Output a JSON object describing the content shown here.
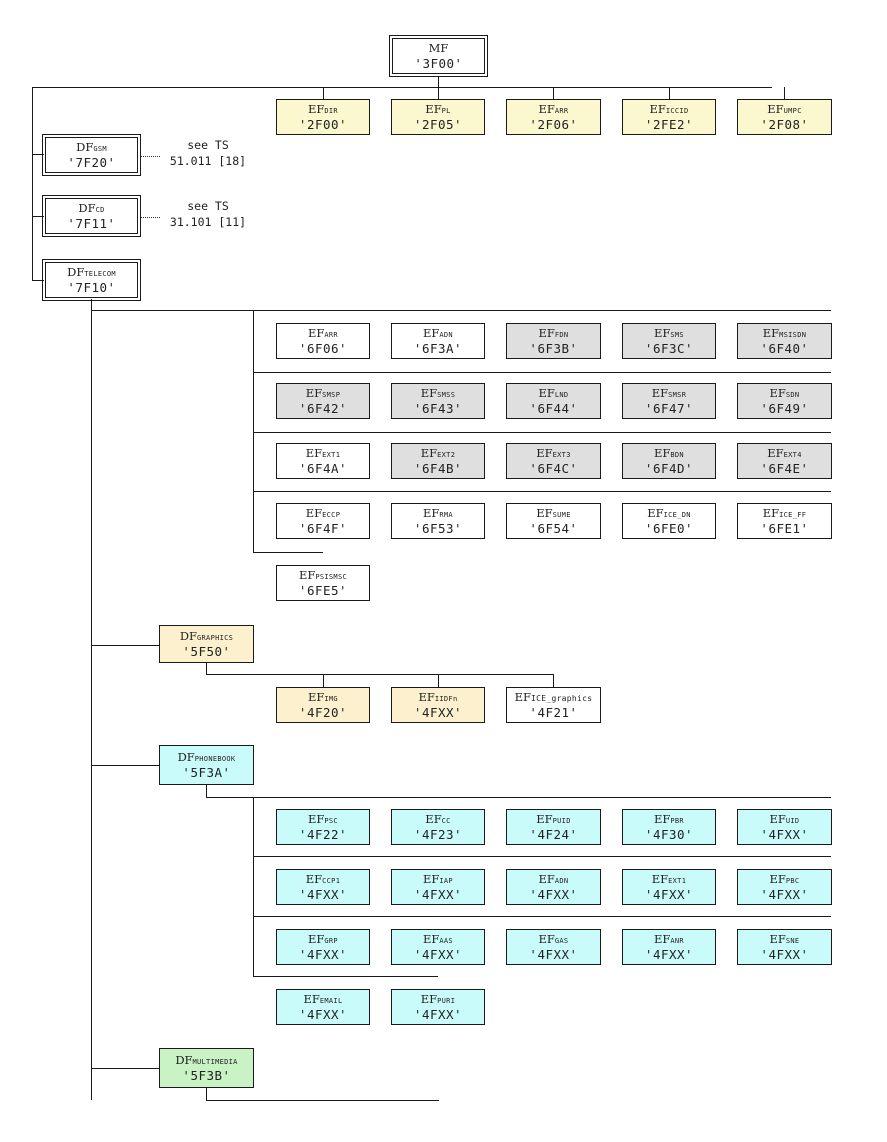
{
  "root": {
    "prefix": "MF",
    "sub": "",
    "id": "'3F00'"
  },
  "mf_efs": [
    {
      "prefix": "EF",
      "sub": "DIR",
      "id": "'2F00'"
    },
    {
      "prefix": "EF",
      "sub": "PL",
      "id": "'2F05'"
    },
    {
      "prefix": "EF",
      "sub": "ARR",
      "id": "'2F06'"
    },
    {
      "prefix": "EF",
      "sub": "ICCID",
      "id": "'2FE2'"
    },
    {
      "prefix": "EF",
      "sub": "UMPC",
      "id": "'2F08'"
    }
  ],
  "df_gsm": {
    "prefix": "DF",
    "sub": "GSM",
    "id": "'7F20'",
    "note": [
      "see TS",
      "51.011 [18]"
    ]
  },
  "df_cd": {
    "prefix": "DF",
    "sub": "CD",
    "id": "'7F11'",
    "note": [
      "see TS",
      "31.101 [11]"
    ]
  },
  "df_telecom": {
    "prefix": "DF",
    "sub": "TELECOM",
    "id": "'7F10'"
  },
  "telecom_efs": [
    {
      "prefix": "EF",
      "sub": "ARR",
      "id": "'6F06'",
      "color": "white"
    },
    {
      "prefix": "EF",
      "sub": "ADN",
      "id": "'6F3A'",
      "color": "white"
    },
    {
      "prefix": "EF",
      "sub": "FDN",
      "id": "'6F3B'",
      "color": "grey"
    },
    {
      "prefix": "EF",
      "sub": "SMS",
      "id": "'6F3C'",
      "color": "grey"
    },
    {
      "prefix": "EF",
      "sub": "MSISDN",
      "id": "'6F40'",
      "color": "grey"
    },
    {
      "prefix": "EF",
      "sub": "SMSP",
      "id": "'6F42'",
      "color": "grey"
    },
    {
      "prefix": "EF",
      "sub": "SMSS",
      "id": "'6F43'",
      "color": "grey"
    },
    {
      "prefix": "EF",
      "sub": "LND",
      "id": "'6F44'",
      "color": "grey"
    },
    {
      "prefix": "EF",
      "sub": "SMSR",
      "id": "'6F47'",
      "color": "grey"
    },
    {
      "prefix": "EF",
      "sub": "SDN",
      "id": "'6F49'",
      "color": "grey"
    },
    {
      "prefix": "EF",
      "sub": "EXT1",
      "id": "'6F4A'",
      "color": "white"
    },
    {
      "prefix": "EF",
      "sub": "EXT2",
      "id": "'6F4B'",
      "color": "grey"
    },
    {
      "prefix": "EF",
      "sub": "EXT3",
      "id": "'6F4C'",
      "color": "grey"
    },
    {
      "prefix": "EF",
      "sub": "BDN",
      "id": "'6F4D'",
      "color": "grey"
    },
    {
      "prefix": "EF",
      "sub": "EXT4",
      "id": "'6F4E'",
      "color": "grey"
    },
    {
      "prefix": "EF",
      "sub": "ECCP",
      "id": "'6F4F'",
      "color": "white"
    },
    {
      "prefix": "EF",
      "sub": "RMA",
      "id": "'6F53'",
      "color": "white"
    },
    {
      "prefix": "EF",
      "sub": "SUME",
      "id": "'6F54'",
      "color": "white"
    },
    {
      "prefix": "EF",
      "sub": "ICE_DN",
      "id": "'6FE0'",
      "color": "white"
    },
    {
      "prefix": "EF",
      "sub": "ICE_FF",
      "id": "'6FE1'",
      "color": "white"
    },
    {
      "prefix": "EF",
      "sub": "PSISMSC",
      "id": "'6FE5'",
      "color": "white"
    }
  ],
  "df_graphics": {
    "prefix": "DF",
    "sub": "GRAPHICS",
    "id": "'5F50'"
  },
  "graphics_efs": [
    {
      "prefix": "EF",
      "sub": "IMG",
      "id": "'4F20'",
      "color": "tan"
    },
    {
      "prefix": "EF",
      "sub": "IIDFn",
      "id": "'4FXX'",
      "color": "tan"
    },
    {
      "prefix": "EF",
      "sub": "ICE_graphics",
      "id": "'4F21'",
      "color": "white"
    }
  ],
  "df_phonebook": {
    "prefix": "DF",
    "sub": "PHONEBOOK",
    "id": "'5F3A'"
  },
  "phonebook_efs": [
    {
      "prefix": "EF",
      "sub": "PSC",
      "id": "'4F22'"
    },
    {
      "prefix": "EF",
      "sub": "CC",
      "id": "'4F23'"
    },
    {
      "prefix": "EF",
      "sub": "PUID",
      "id": "'4F24'"
    },
    {
      "prefix": "EF",
      "sub": "PBR",
      "id": "'4F30'"
    },
    {
      "prefix": "EF",
      "sub": "UID",
      "id": "'4FXX'"
    },
    {
      "prefix": "EF",
      "sub": "CCP1",
      "id": "'4FXX'"
    },
    {
      "prefix": "EF",
      "sub": "IAP",
      "id": "'4FXX'"
    },
    {
      "prefix": "EF",
      "sub": "ADN",
      "id": "'4FXX'"
    },
    {
      "prefix": "EF",
      "sub": "EXT1",
      "id": "'4FXX'"
    },
    {
      "prefix": "EF",
      "sub": "PBC",
      "id": "'4FXX'"
    },
    {
      "prefix": "EF",
      "sub": "GRP",
      "id": "'4FXX'"
    },
    {
      "prefix": "EF",
      "sub": "AAS",
      "id": "'4FXX'"
    },
    {
      "prefix": "EF",
      "sub": "GAS",
      "id": "'4FXX'"
    },
    {
      "prefix": "EF",
      "sub": "ANR",
      "id": "'4FXX'"
    },
    {
      "prefix": "EF",
      "sub": "SNE",
      "id": "'4FXX'"
    },
    {
      "prefix": "EF",
      "sub": "EMAIL",
      "id": "'4FXX'"
    },
    {
      "prefix": "EF",
      "sub": "PURI",
      "id": "'4FXX'"
    }
  ],
  "df_multimedia": {
    "prefix": "DF",
    "sub": "MULTIMEDIA",
    "id": "'5F3B'"
  },
  "colors": {
    "white": "#ffffff",
    "yellow": "#fbf7cf",
    "grey": "#dfdfdf",
    "tan": "#fcf0cf",
    "cyan": "#c9fbfb",
    "green": "#c9f3c5",
    "line": "#1a1a1a"
  }
}
